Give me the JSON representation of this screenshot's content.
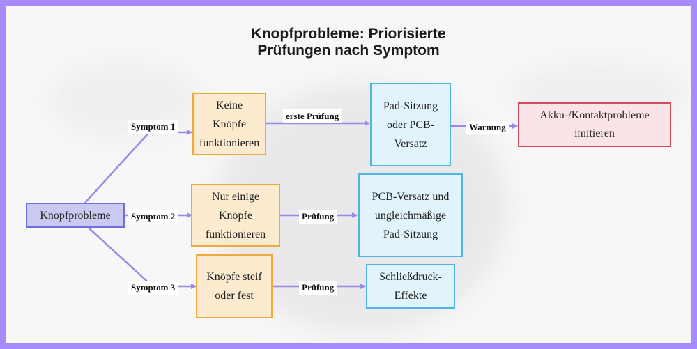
{
  "title": {
    "line1": "Knopfprobleme: Priorisierte",
    "line2": "Prüfungen nach Symptom"
  },
  "nodes": {
    "root": "Knopfprobleme",
    "s1": "Keine Knöpfe funktionieren",
    "s2": "Nur einige Knöpfe funktionieren",
    "s3": "Knöpfe steif oder fest",
    "c1": "Pad-Sitzung oder PCB-Versatz",
    "c2": "PCB-Versatz und ungleichmäßige Pad-Sitzung",
    "c3": "Schließdruck-Effekte",
    "w1": "Akku-/Kontaktprobleme imitieren"
  },
  "edge_labels": {
    "symptom1": "Symptom 1",
    "symptom2": "Symptom 2",
    "symptom3": "Symptom 3",
    "first_check": "erste Prüfung",
    "check2": "Prüfung",
    "check3": "Prüfung",
    "warning": "Warnung"
  },
  "colors": {
    "edge": "#9b87e8",
    "root_fill": "#c9c9f2",
    "symptom_fill": "#fdebd0",
    "check_fill": "#e2f4fb",
    "warning_fill": "#fbe3e7"
  }
}
